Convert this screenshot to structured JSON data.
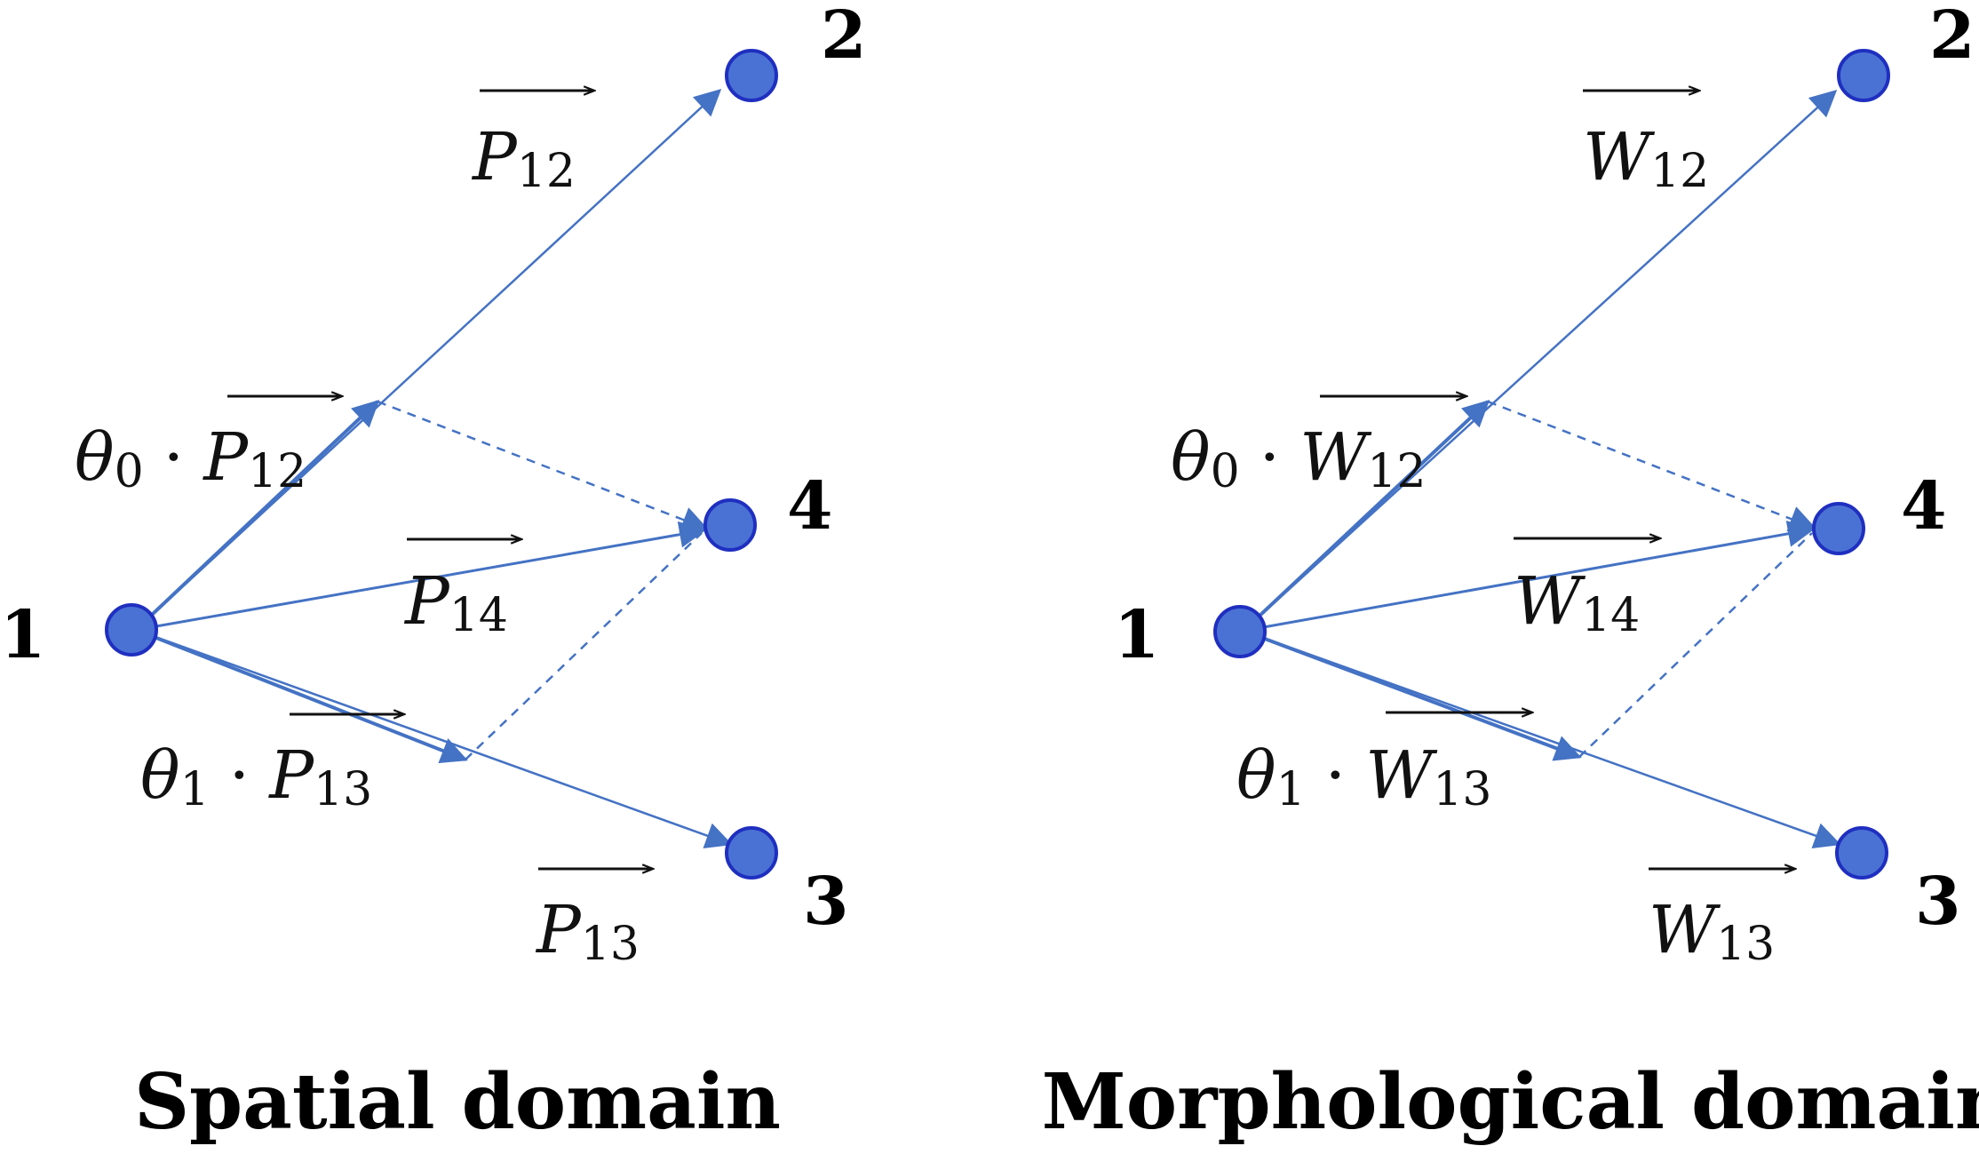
{
  "colors": {
    "node_fill": "#4A72D4",
    "node_stroke": "#1F2FC0",
    "edge": "#4472C4",
    "text": "#000000"
  },
  "panels": [
    {
      "title": "Spatial domain",
      "nodes": {
        "n1": "1",
        "n2": "2",
        "n3": "3",
        "n4": "4"
      },
      "vectors": {
        "v12": {
          "sym": "P",
          "sub": "12"
        },
        "v14": {
          "sym": "P",
          "sub": "14"
        },
        "v13": {
          "sym": "P",
          "sub": "13"
        },
        "t0": {
          "coef": "θ",
          "coef_sub": "0",
          "dot": "·",
          "sym": "P",
          "sub": "12"
        },
        "t1": {
          "coef": "θ",
          "coef_sub": "1",
          "dot": "·",
          "sym": "P",
          "sub": "13"
        }
      }
    },
    {
      "title": "Morphological domain",
      "nodes": {
        "n1": "1",
        "n2": "2",
        "n3": "3",
        "n4": "4"
      },
      "vectors": {
        "v12": {
          "sym": "W",
          "sub": "12"
        },
        "v14": {
          "sym": "W",
          "sub": "14"
        },
        "v13": {
          "sym": "W",
          "sub": "13"
        },
        "t0": {
          "coef": "θ",
          "coef_sub": "0",
          "dot": "·",
          "sym": "W",
          "sub": "12"
        },
        "t1": {
          "coef": "θ",
          "coef_sub": "1",
          "dot": "·",
          "sym": "W",
          "sub": "13"
        }
      }
    }
  ]
}
